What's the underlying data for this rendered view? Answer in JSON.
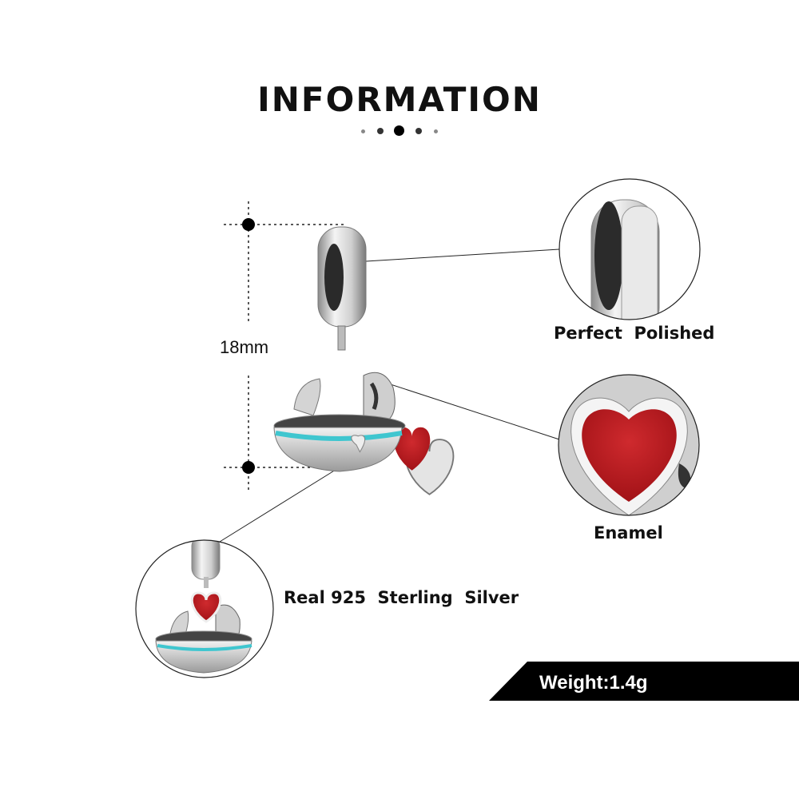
{
  "header": {
    "title": "INFORMATION",
    "pager_dots": 5,
    "active_dot": 2
  },
  "dimension": {
    "label": "18mm"
  },
  "features": [
    {
      "label": "Perfect  Polished",
      "icon": "bail-ring-closeup"
    },
    {
      "label": "Enamel",
      "icon": "red-heart-closeup"
    },
    {
      "label": "Real 925  Sterling  Silver",
      "icon": "charm-thumbnail"
    }
  ],
  "weight": {
    "label": "Weight:1.4g"
  },
  "colors": {
    "enamel_red": "#b3141a",
    "turquoise": "#3fc6cf",
    "silver": "#d9d9d9",
    "banner": "#000000"
  }
}
